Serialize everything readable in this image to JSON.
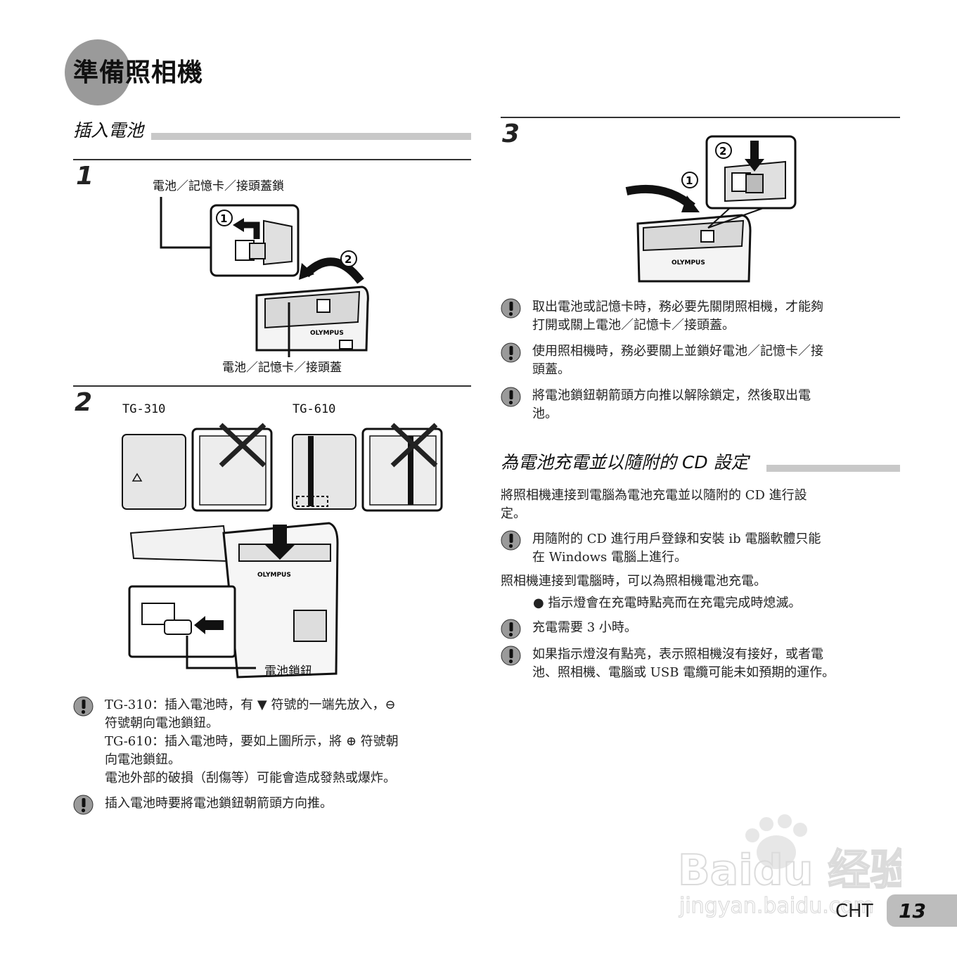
{
  "page": {
    "title": "準備照相機",
    "language_tag": "CHT",
    "page_number": "13"
  },
  "section_insert": {
    "heading": "插入電池"
  },
  "step1": {
    "number": "1",
    "label_lock": "電池／記憶卡／接頭蓋鎖",
    "label_cover": "電池／記憶卡／接頭蓋",
    "marker1": "1",
    "marker2": "2",
    "brand": "OLYMPUS"
  },
  "step2": {
    "number": "2",
    "model_a": "TG-310",
    "model_b": "TG-610",
    "label_lock_knob": "電池鎖鈕",
    "brand": "OLYMPUS"
  },
  "notes_left": [
    {
      "lines": [
        "TG-310：插入電池時，有 ▼ 符號的一端先放入，⊖",
        "符號朝向電池鎖鈕。",
        "TG-610：插入電池時，要如上圖所示，將 ⊕ 符號朝",
        "向電池鎖鈕。",
        "電池外部的破損（刮傷等）可能會造成發熱或爆炸。"
      ]
    },
    {
      "lines": [
        "插入電池時要將電池鎖鈕朝箭頭方向推。"
      ]
    }
  ],
  "step3": {
    "number": "3",
    "marker1": "1",
    "marker2": "2",
    "brand": "OLYMPUS"
  },
  "notes_right": [
    {
      "lines": [
        "取出電池或記憶卡時，務必要先關閉照相機，才能夠",
        "打開或關上電池／記憶卡／接頭蓋。"
      ]
    },
    {
      "lines": [
        "使用照相機時，務必要關上並鎖好電池／記憶卡／接",
        "頭蓋。"
      ]
    },
    {
      "lines": [
        "將電池鎖鈕朝箭頭方向推以解除鎖定，然後取出電",
        "池。"
      ]
    }
  ],
  "section_cd": {
    "heading": "為電池充電並以隨附的 CD 設定",
    "intro_lines": [
      "將照相機連接到電腦為電池充電並以隨附的 CD 進行設",
      "定。"
    ],
    "note1_lines": [
      "用隨附的 CD 進行用戶登錄和安裝 ib 電腦軟體只能",
      "在 Windows 電腦上進行。"
    ],
    "para2": "照相機連接到電腦時，可以為照相機電池充電。",
    "bullet": "● 指示燈會在充電時點亮而在充電完成時熄滅。",
    "note2_lines": [
      "充電需要 3 小時。"
    ],
    "note3_lines": [
      "如果指示燈沒有點亮，表示照相機沒有接好，或者電",
      "池、照相機、電腦或 USB 電纜可能未如預期的運作。"
    ]
  },
  "watermark": {
    "brand": "Baidu 经验",
    "url": "jingyan.baidu.com"
  }
}
